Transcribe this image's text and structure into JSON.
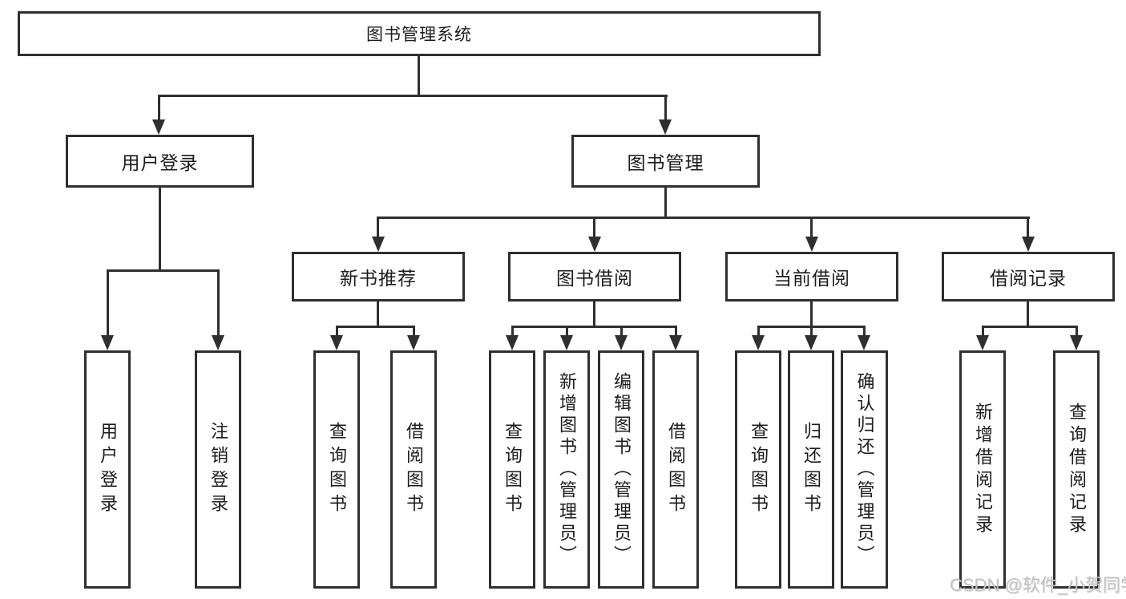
{
  "root": {
    "label": "图书管理系统"
  },
  "branches": [
    {
      "label": "用户登录",
      "children": [
        {
          "label": "用户登录"
        },
        {
          "label": "注销登录"
        }
      ]
    },
    {
      "label": "图书管理",
      "groups": [
        {
          "label": "新书推荐",
          "children": [
            {
              "label": "查询图书"
            },
            {
              "label": "借阅图书"
            }
          ]
        },
        {
          "label": "图书借阅",
          "children": [
            {
              "label": "查询图书"
            },
            {
              "label": "新增图书（管理员）"
            },
            {
              "label": "编辑图书（管理员）"
            },
            {
              "label": "借阅图书"
            }
          ]
        },
        {
          "label": "当前借阅",
          "children": [
            {
              "label": "查询图书"
            },
            {
              "label": "归还图书"
            },
            {
              "label": "确认归还（管理员）"
            }
          ]
        },
        {
          "label": "借阅记录",
          "children": [
            {
              "label": "新增借阅记录"
            },
            {
              "label": "查询借阅记录"
            }
          ]
        }
      ]
    }
  ],
  "watermark": "CSDN @软件_小贺同学",
  "colors": {
    "line": "#2f2f2f",
    "background": "#ffffff",
    "text": "#1c1c1c",
    "watermark": "#c3c3c3"
  }
}
